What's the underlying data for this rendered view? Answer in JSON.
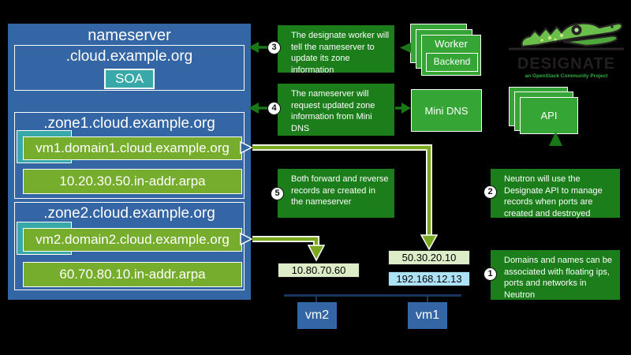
{
  "nameserver": {
    "title": "nameserver",
    "root": {
      "label": ".cloud.example.org",
      "record": "SOA"
    },
    "zones": [
      {
        "label": ".zone1.cloud.example.org",
        "forward_record": "vm1.domain1.cloud.example.org",
        "reverse_record": "10.20.30.50.in-addr.arpa"
      },
      {
        "label": ".zone2.cloud.example.org",
        "forward_record": "vm2.domain2.cloud.example.org",
        "reverse_record": "60.70.80.10.in-addr.arpa"
      }
    ]
  },
  "notes": [
    {
      "number": "1",
      "text": "Domains and names can be associated with floating ips, ports and networks in Neutron"
    },
    {
      "number": "2",
      "text": "Neutron will use the Designate API to manage records when ports are created and destroyed"
    },
    {
      "number": "3",
      "text": "The designate worker will tell the nameserver to update its zone information"
    },
    {
      "number": "4",
      "text": "The nameserver will request updated zone information from Mini DNS"
    },
    {
      "number": "5",
      "text": "Both forward and reverse records are created in the nameserver"
    }
  ],
  "services": {
    "worker": "Worker",
    "backend": "Backend",
    "mini_dns": "Mini DNS",
    "api": "API"
  },
  "logo": {
    "name": "DESIGNATE",
    "tagline": "an OpenStack Community Project"
  },
  "records": {
    "vm2_forward_ip": "10.80.70.60",
    "vm1_forward_ip": "50.30.20.10",
    "vm1_fixed_ip": "192.168.12.13"
  },
  "vms": [
    {
      "label": "vm2"
    },
    {
      "label": "vm1"
    }
  ],
  "colors": {
    "panel_blue": "#3465a4",
    "note_green": "#1b7e1b",
    "card_green": "#35a535",
    "record_olive": "#76ad2c",
    "teal": "#38a8a8",
    "arrow_olive": "#7aa821",
    "arrow_dark_green": "#187818",
    "ip_green_bg": "#dcedc8",
    "ip_blue_bg": "#ade1f5",
    "network_line": "#17365d"
  }
}
